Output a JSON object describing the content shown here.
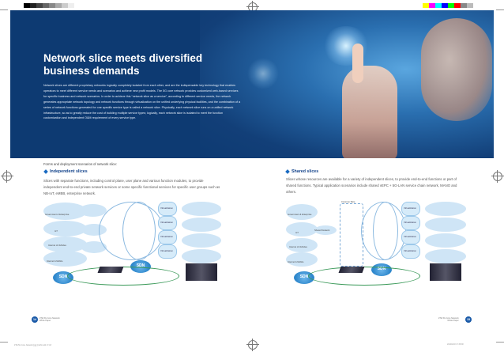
{
  "colors": {
    "brand": "#12428a",
    "accent": "#1a6bc2",
    "hero_bg": "#0d3a72"
  },
  "hero": {
    "title": "Network slice meets diversified business demands",
    "paragraph": "Network slices are different proprietary networks logically completely isolated from each other, and are the indispensable key technology that enables operators to meet different service needs and scenarios and achieve new profit models. The 5G core network provides customized web-based services for specific business and network scenarios. In order to achieve this “network slice as a service”, according to different service needs, the network generates appropriate network topology and network functions through virtualization on the unified underlying physical facilities, and the combination of a series of network functions generated for one specific service type is called a network slice. Physically, each network slice runs on a unified network infrastructure, so as to greatly reduce the cost of building multiple service types; logically, each network slice is isolated to meet the function customization and independent O&M requirement of every service type."
  },
  "caption": "Forms and deployment scenarios of network slice:",
  "independent": {
    "heading": "Independent slices",
    "text": "Slices with separate functions, including control plane, user plane and various function modules, to provide independent end-to-end private network services or some specific functional services for specific user groups such as NB-IoT, eMBB, enterprise network."
  },
  "shared": {
    "heading": "Shared slices",
    "text": "Slices whose resources are available for a variety of independent slices, to provide end-to-end functions or part of shared functions. Typical application scenarios include shared vEPC + 5G-LAN service chain network, MANO and others."
  },
  "diagram_left": {
    "left_labels": [
      "Government & Enterprise",
      "IoT",
      "Internet of Vehicles",
      "Internet & Mobile"
    ],
    "slice_labels": [
      "Virtualization",
      "Virtualization",
      "Virtualization",
      "Virtualization"
    ],
    "sdn_label": "SDN"
  },
  "diagram_right": {
    "left_labels": [
      "Government & Enterprise",
      "IoT",
      "Internet of Vehicles",
      "Internet & Mobile"
    ],
    "common_slice": "Common Slice",
    "shared_label": "Shared Network",
    "slice_labels": [
      "Virtualization",
      "Virtualization",
      "Virtualization",
      "Virtualization"
    ],
    "sdn_label": "SDN"
  },
  "footer": {
    "left_page": "14",
    "right_page": "15",
    "left_doc": "ZTE 5G Core Network",
    "left_doc2": "White Paper",
    "right_doc": "ZTE 5G Core Network",
    "right_doc2": "White Paper",
    "slug_left": "ZTE 5G Core Network白皮书-EN.indd   17-18",
    "slug_right": "2019/2/18   17:38:38"
  }
}
